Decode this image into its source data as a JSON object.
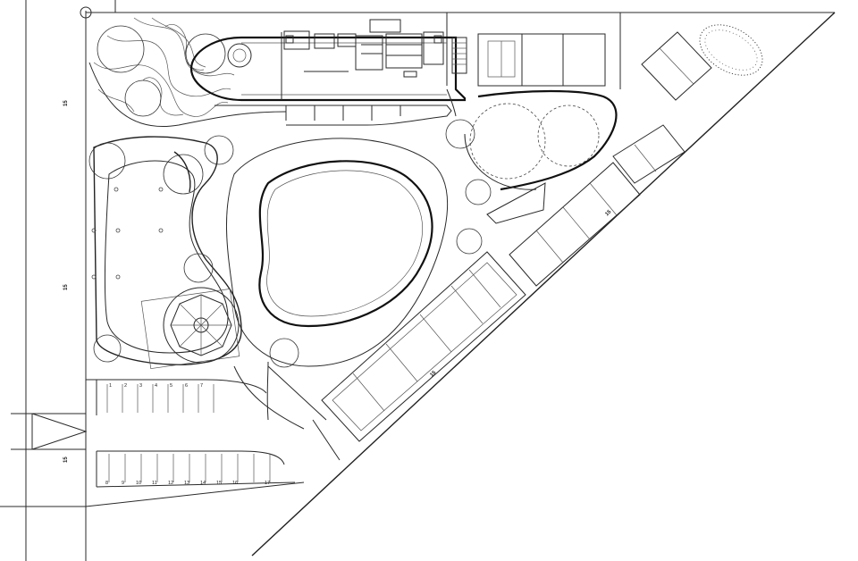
{
  "parking": {
    "top_row_numbers": [
      "1",
      "2",
      "3",
      "4",
      "5",
      "6",
      "7"
    ],
    "bottom_row_numbers": [
      "8",
      "9",
      "10",
      "11",
      "12",
      "13",
      "14",
      "15",
      "16",
      "17"
    ]
  },
  "boundary_markers": [
    "15",
    "15",
    "15",
    "15",
    "15"
  ],
  "colors": {
    "line": "#2a2a2a",
    "background": "#ffffff"
  }
}
